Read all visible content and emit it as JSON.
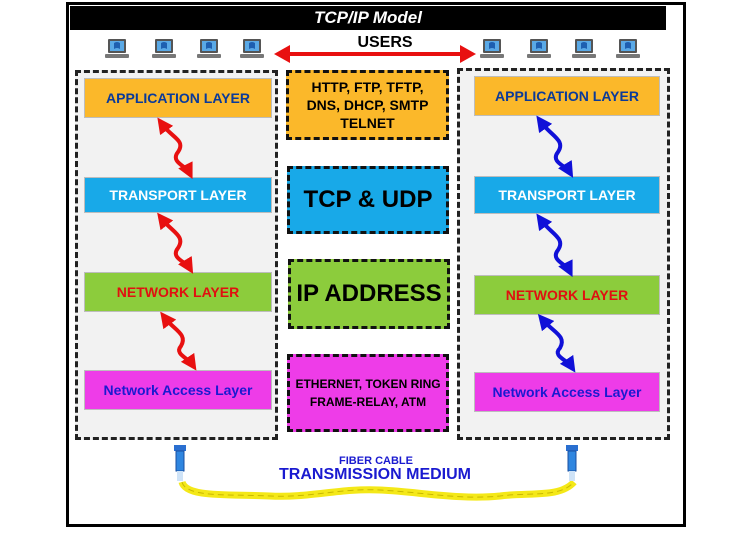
{
  "title": "TCP/IP Model",
  "users_label": "USERS",
  "left_stack": {
    "application": "APPLICATION LAYER",
    "transport": "TRANSPORT LAYER",
    "network": "NETWORK LAYER",
    "access": "Network Access Layer"
  },
  "right_stack": {
    "application": "APPLICATION LAYER",
    "transport": "TRANSPORT LAYER",
    "network": "NETWORK LAYER",
    "access": "Network Access Layer"
  },
  "middle": {
    "application_protocols": [
      "HTTP, FTP, TFTP,",
      "DNS, DHCP, SMTP",
      "TELNET"
    ],
    "transport_protocols": "TCP & UDP",
    "network_protocols": "IP ADDRESS",
    "access_protocols": [
      "ETHERNET, TOKEN RING",
      "FRAME-RELAY, ATM"
    ]
  },
  "cable": {
    "small_label": "FIBER CABLE",
    "big_label": "TRANSMISSION MEDIUM"
  },
  "colors": {
    "application": "#fbb82a",
    "transport": "#18a9e8",
    "network": "#8ccc3c",
    "access": "#ee3ce8",
    "left_arrows": "#e81010",
    "right_arrows": "#1010d8",
    "cable": "#f4e818"
  },
  "icons": [
    "laptop-icon",
    "double-arrow-icon",
    "fiber-connector-icon"
  ]
}
